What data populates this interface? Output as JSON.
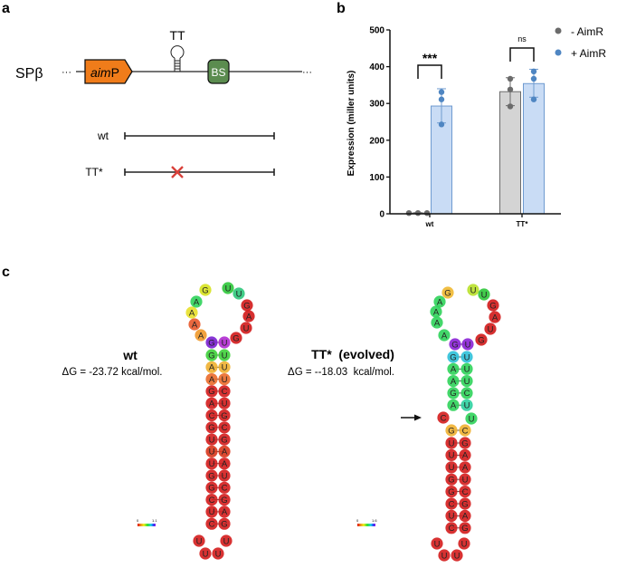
{
  "panels": {
    "a": {
      "label": "a",
      "locus": "SPβ",
      "dots": "···",
      "gene_italic": "aim",
      "gene_suffix": "P",
      "terminator_label": "TT",
      "binding_site": "BS",
      "constructs": [
        {
          "label": "wt",
          "mutated": false
        },
        {
          "label": "TT*",
          "mutated": true
        }
      ],
      "colors": {
        "gene": "#f07c1a",
        "binding_site": "#5b8c4f",
        "mutation_mark": "#d9403a"
      }
    },
    "b": {
      "label": "b"
    },
    "c": {
      "label": "c",
      "structures": [
        {
          "title": "wt",
          "dg": "ΔG = -23.72 kcal/mol.",
          "scale_min": "0",
          "scale_max": "1.1",
          "nucleotides": [
            {
              "n": "G",
              "c": "#d6e21e"
            },
            {
              "n": "A",
              "c": "#2fd35a"
            },
            {
              "n": "A",
              "c": "#e8e02a"
            },
            {
              "n": "A",
              "c": "#e8582a"
            },
            {
              "n": "A",
              "c": "#f0982a"
            },
            {
              "n": "G",
              "c": "#7a1fd0"
            },
            {
              "n": "U",
              "c": "#b02ad0"
            },
            {
              "n": "U",
              "c": "#2ec63a"
            },
            {
              "n": "U",
              "c": "#2ec67a"
            },
            {
              "n": "G",
              "c": "#d21a1a"
            },
            {
              "n": "A",
              "c": "#d21a1a"
            },
            {
              "n": "U",
              "c": "#d21a1a"
            },
            {
              "n": "G",
              "c": "#d21a1a"
            },
            {
              "n": "G",
              "c": "#3ed03a"
            },
            {
              "n": "A",
              "c": "#f0b030"
            },
            {
              "n": "A",
              "c": "#ea6a2a"
            },
            {
              "n": "G",
              "c": "#d41c1c"
            },
            {
              "n": "A",
              "c": "#d41c1c"
            },
            {
              "n": "C",
              "c": "#d41c1c"
            },
            {
              "n": "G",
              "c": "#d41c1c"
            },
            {
              "n": "U",
              "c": "#d41c1c"
            },
            {
              "n": "U",
              "c": "#d8361c"
            },
            {
              "n": "U",
              "c": "#d41c1c"
            },
            {
              "n": "G",
              "c": "#d41c1c"
            },
            {
              "n": "G",
              "c": "#d41c1c"
            },
            {
              "n": "C",
              "c": "#d41c1c"
            },
            {
              "n": "U",
              "c": "#d41c1c"
            },
            {
              "n": "C",
              "c": "#d41c1c"
            },
            {
              "n": "U",
              "c": "#3ed03a"
            },
            {
              "n": "U",
              "c": "#f0b030"
            },
            {
              "n": "U",
              "c": "#ea6a2a"
            },
            {
              "n": "C",
              "c": "#d41c1c"
            },
            {
              "n": "U",
              "c": "#d41c1c"
            },
            {
              "n": "G",
              "c": "#d41c1c"
            },
            {
              "n": "C",
              "c": "#d41c1c"
            },
            {
              "n": "G",
              "c": "#d41c1c"
            },
            {
              "n": "A",
              "c": "#d8361c"
            },
            {
              "n": "A",
              "c": "#d41c1c"
            },
            {
              "n": "U",
              "c": "#d41c1c"
            },
            {
              "n": "C",
              "c": "#d41c1c"
            },
            {
              "n": "G",
              "c": "#d41c1c"
            },
            {
              "n": "A",
              "c": "#d41c1c"
            },
            {
              "n": "G",
              "c": "#d41c1c"
            },
            {
              "n": "U",
              "c": "#d41c1c"
            },
            {
              "n": "U",
              "c": "#d41c1c"
            },
            {
              "n": "U",
              "c": "#d41c1c"
            },
            {
              "n": "U",
              "c": "#d41c1c"
            }
          ]
        },
        {
          "title": "TT*  (evolved)",
          "dg": "ΔG = --18.03  kcal/mol.",
          "scale_min": "0",
          "scale_max": "1.6",
          "nucleotides": [
            {
              "n": "G",
              "c": "#f0b830"
            },
            {
              "n": "A",
              "c": "#2fd35a"
            },
            {
              "n": "A",
              "c": "#2fd35a"
            },
            {
              "n": "A",
              "c": "#2fd35a"
            },
            {
              "n": "A",
              "c": "#2fd35a"
            },
            {
              "n": "G",
              "c": "#8a22d6"
            },
            {
              "n": "U",
              "c": "#8a22d6"
            },
            {
              "n": "U",
              "c": "#b8e02a"
            },
            {
              "n": "U",
              "c": "#2ec63a"
            },
            {
              "n": "G",
              "c": "#d21a1a"
            },
            {
              "n": "A",
              "c": "#d21a1a"
            },
            {
              "n": "U",
              "c": "#d21a1a"
            },
            {
              "n": "G",
              "c": "#d21a1a"
            },
            {
              "n": "G",
              "c": "#2ec0d8"
            },
            {
              "n": "A",
              "c": "#2fd35a"
            },
            {
              "n": "A",
              "c": "#2fd35a"
            },
            {
              "n": "G",
              "c": "#2fd35a"
            },
            {
              "n": "A",
              "c": "#2fd35a"
            },
            {
              "n": "U",
              "c": "#2ec0d8"
            },
            {
              "n": "U",
              "c": "#2fd35a"
            },
            {
              "n": "U",
              "c": "#2fd35a"
            },
            {
              "n": "C",
              "c": "#2fd35a"
            },
            {
              "n": "U",
              "c": "#2ed0a0"
            },
            {
              "n": "C",
              "c": "#d41c1c"
            },
            {
              "n": "U",
              "c": "#2fd35a"
            },
            {
              "n": "G",
              "c": "#f0b030"
            },
            {
              "n": "C",
              "c": "#f0b030"
            },
            {
              "n": "U",
              "c": "#d41c1c"
            },
            {
              "n": "U",
              "c": "#d41c1c"
            },
            {
              "n": "U",
              "c": "#d41c1c"
            },
            {
              "n": "G",
              "c": "#d41c1c"
            },
            {
              "n": "G",
              "c": "#d41c1c"
            },
            {
              "n": "C",
              "c": "#d41c1c"
            },
            {
              "n": "U",
              "c": "#d41c1c"
            },
            {
              "n": "C",
              "c": "#d41c1c"
            },
            {
              "n": "G",
              "c": "#d41c1c"
            },
            {
              "n": "A",
              "c": "#d41c1c"
            },
            {
              "n": "A",
              "c": "#d41c1c"
            },
            {
              "n": "U",
              "c": "#d41c1c"
            },
            {
              "n": "C",
              "c": "#d41c1c"
            },
            {
              "n": "G",
              "c": "#d41c1c"
            },
            {
              "n": "A",
              "c": "#d41c1c"
            },
            {
              "n": "G",
              "c": "#d41c1c"
            },
            {
              "n": "U",
              "c": "#d41c1c"
            },
            {
              "n": "U",
              "c": "#d41c1c"
            },
            {
              "n": "U",
              "c": "#d41c1c"
            },
            {
              "n": "U",
              "c": "#d41c1c"
            }
          ]
        }
      ]
    }
  },
  "chart_data": {
    "type": "bar",
    "ylabel": "Expression (miller units)",
    "xlabel": "",
    "ylim": [
      0,
      500
    ],
    "yticks": [
      0,
      100,
      200,
      300,
      400,
      500
    ],
    "categories": [
      "wt",
      "TT*"
    ],
    "legend_position": "top-right",
    "grid": false,
    "series": [
      {
        "name": "- AimR",
        "color": "#6b6b6b",
        "bar_fill": "#d4d4d4",
        "bar_stroke": "#6b6b6b",
        "values": [
          2,
          332
        ],
        "error": [
          [
            1,
            3
          ],
          [
            294,
            370
          ]
        ],
        "points": [
          [
            2,
            2,
            2
          ],
          [
            367,
            338,
            292
          ]
        ]
      },
      {
        "name": "+ AimR",
        "color": "#4f86c2",
        "bar_fill": "#c9dcf5",
        "bar_stroke": "#6f9bd0",
        "values": [
          293,
          354
        ],
        "error": [
          [
            247,
            340
          ],
          [
            317,
            393
          ]
        ],
        "points": [
          [
            331,
            311,
            243
          ],
          [
            387,
            367,
            311
          ]
        ]
      }
    ],
    "significance": [
      {
        "category": "wt",
        "label": "***"
      },
      {
        "category": "TT*",
        "label": "ns"
      }
    ]
  }
}
